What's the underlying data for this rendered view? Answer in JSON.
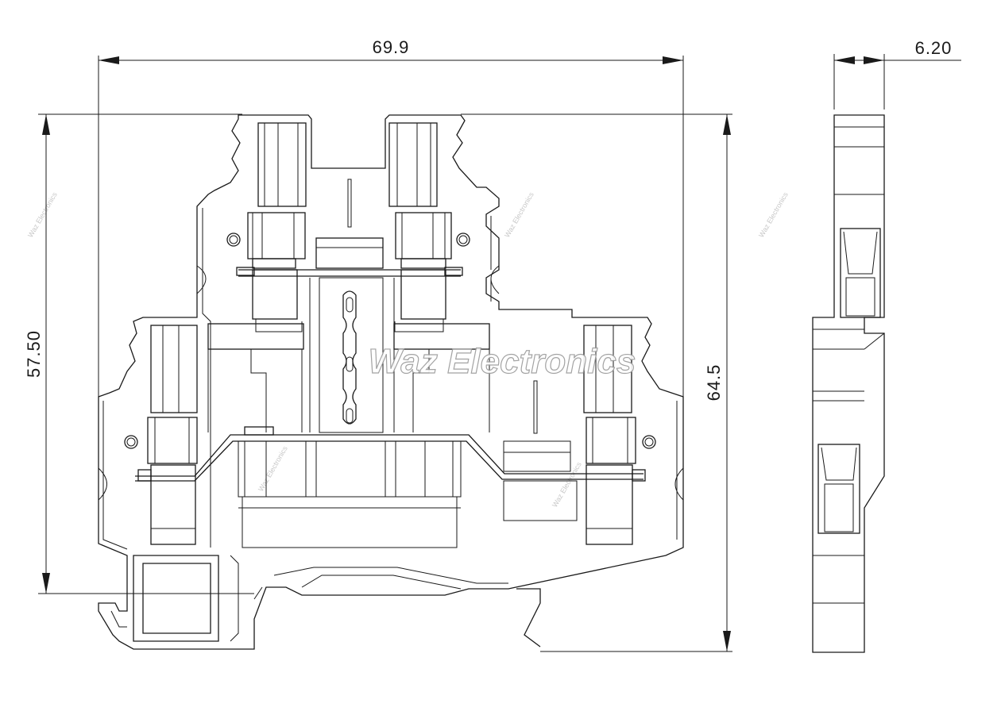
{
  "dimensions": {
    "overall_width": "69.9",
    "side_width": "6.20",
    "left_height": "57.50",
    "right_height": "64.5"
  },
  "watermark": {
    "brand": "Waz Electronics"
  }
}
